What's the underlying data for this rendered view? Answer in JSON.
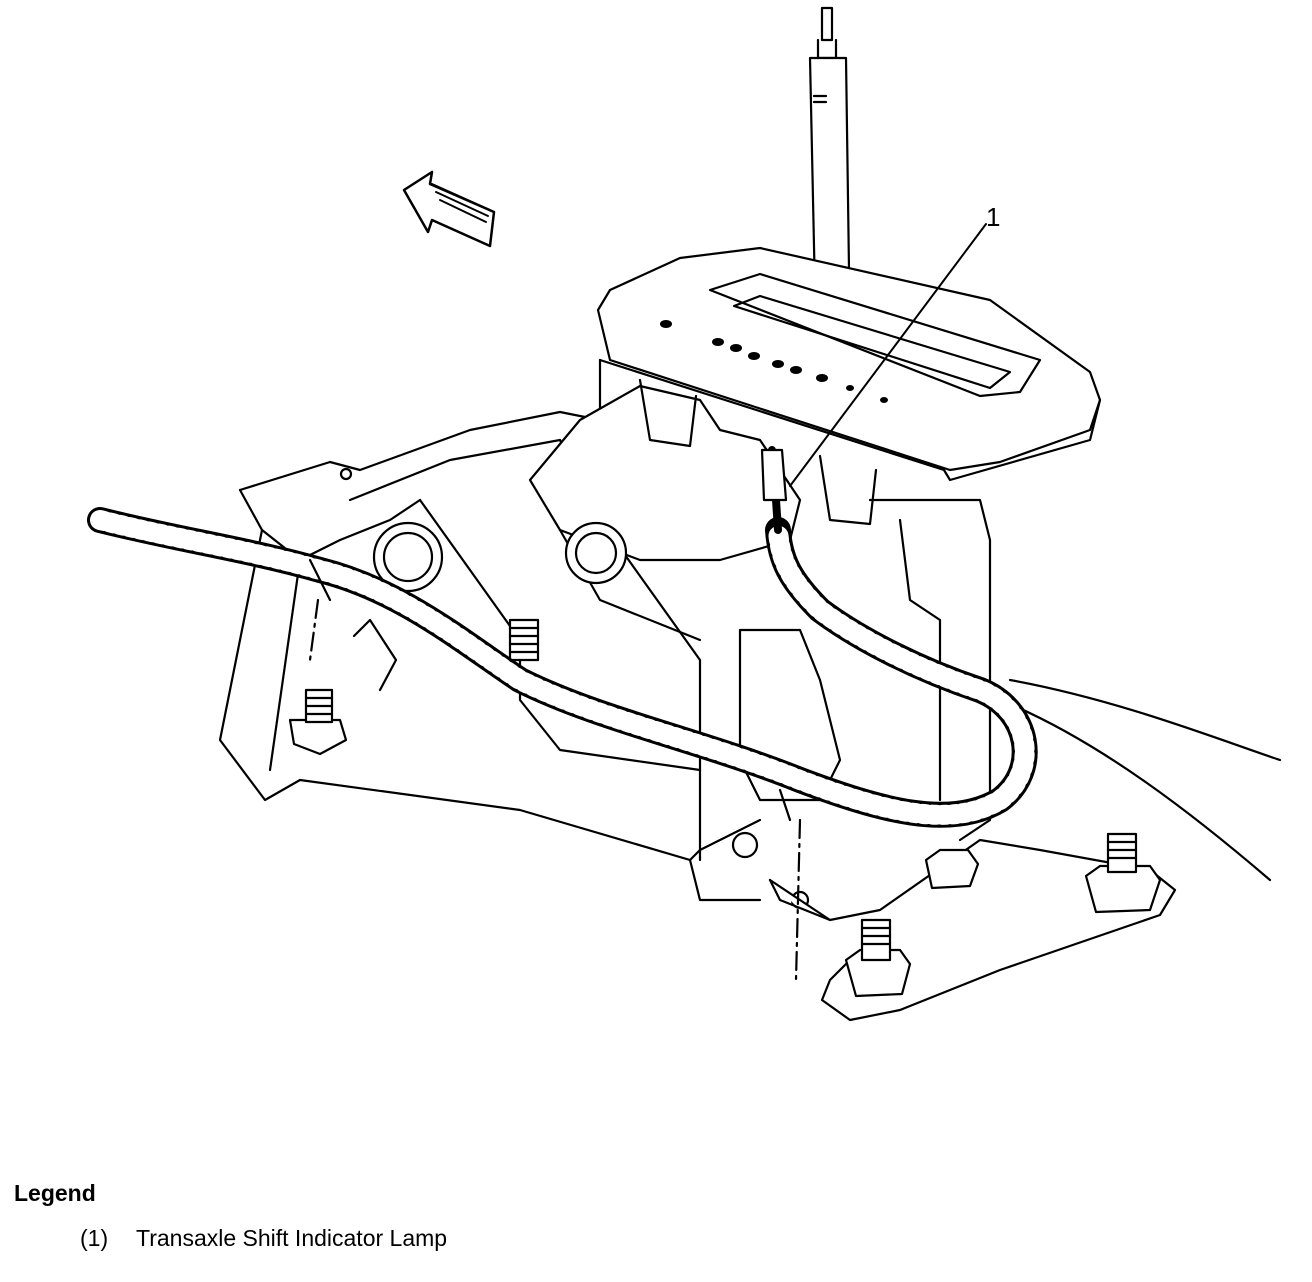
{
  "diagram": {
    "callouts": [
      {
        "id": "1"
      }
    ]
  },
  "legend": {
    "title": "Legend",
    "items": [
      {
        "number": "(1)",
        "label": "Transaxle Shift Indicator Lamp"
      }
    ]
  }
}
